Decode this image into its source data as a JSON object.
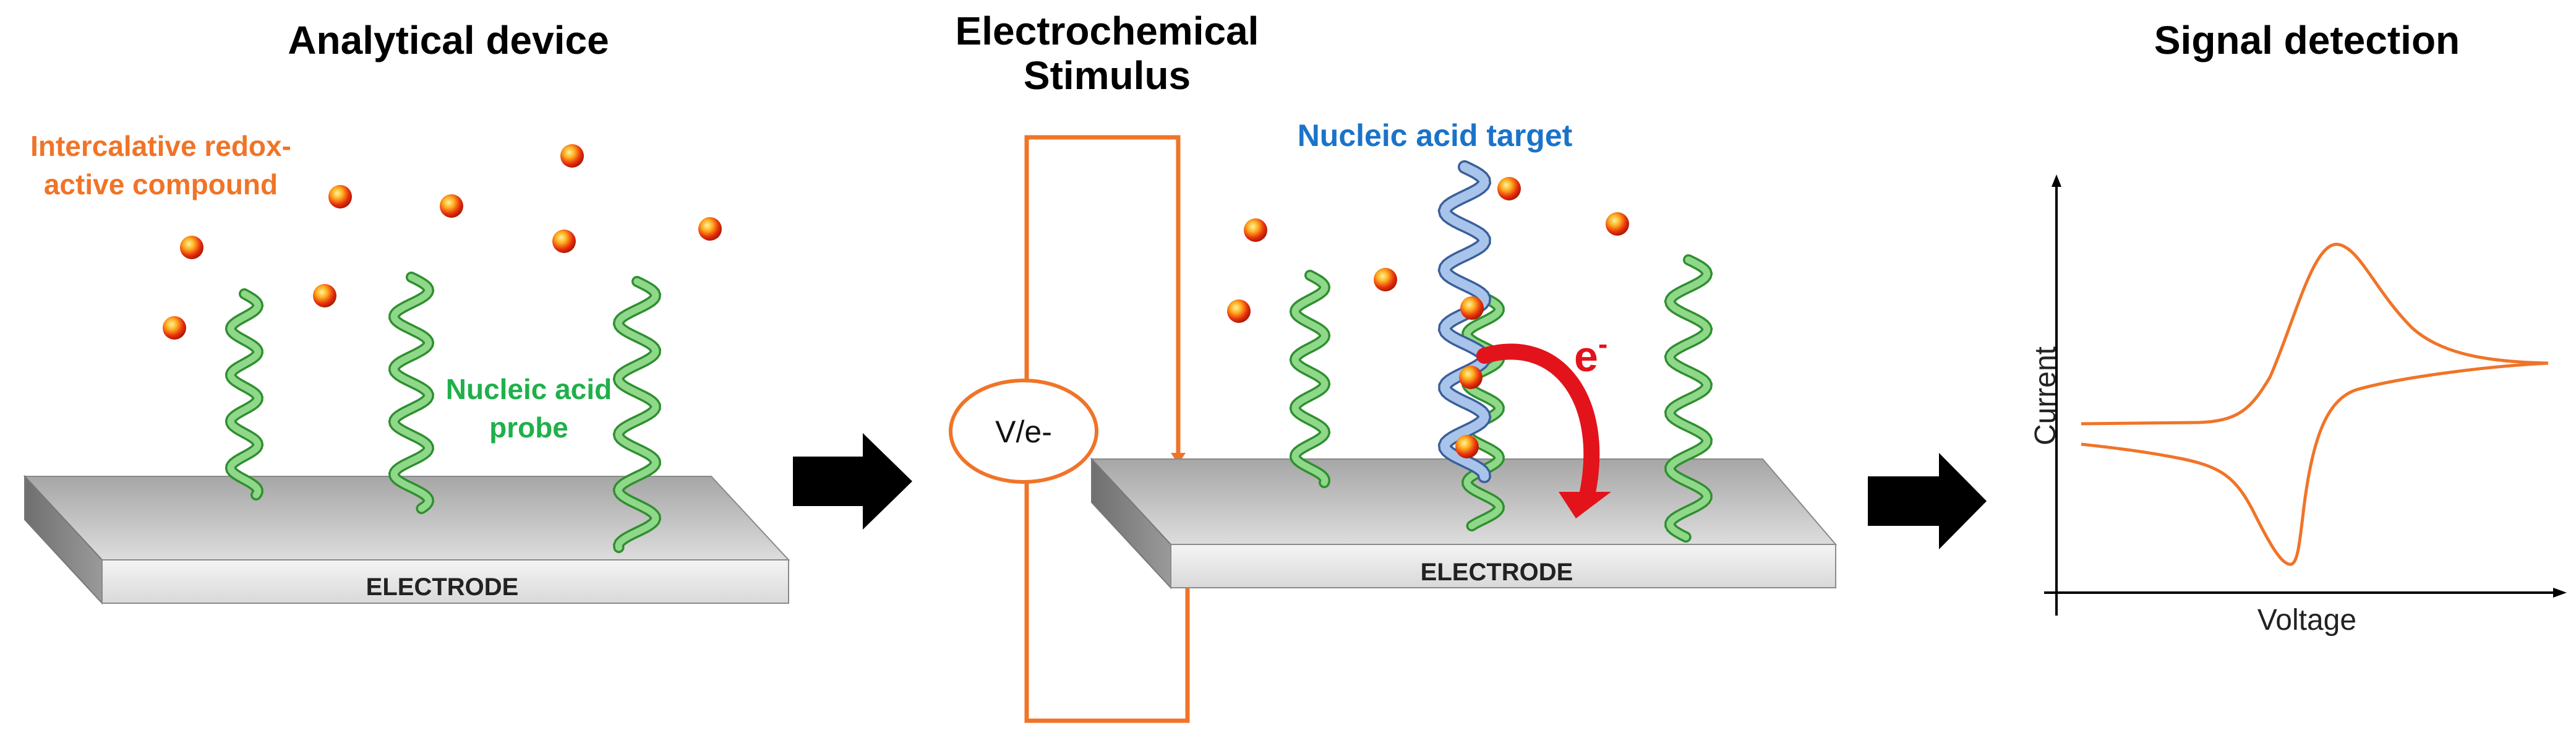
{
  "panels": {
    "analytical": {
      "title": "Analytical device",
      "compound_label_line1": "Intercalative redox-",
      "compound_label_line2": "active compound",
      "probe_label_line1": "Nucleic acid",
      "probe_label_line2": "probe",
      "electrode_label": "ELECTRODE"
    },
    "stimulus": {
      "title_line1": "Electrochemical",
      "title_line2": "Stimulus",
      "source_label": "V/e-",
      "target_label": "Nucleic acid target",
      "electron_label": "e",
      "electron_sup": "-",
      "electrode_label": "ELECTRODE"
    },
    "detection": {
      "title": "Signal detection",
      "y_axis_label": "Current",
      "x_axis_label": "Voltage"
    }
  },
  "colors": {
    "orange": "#f07428",
    "probe_green": "#3fae3f",
    "target_blue": "#5b86c4",
    "arrow_red": "#e3131b",
    "electrode_top": "#cfcfcf",
    "electrode_front": "#eeeeee"
  },
  "icons": {
    "flow_arrow": "right-arrow-icon",
    "redox_sphere": "red-orange-sphere"
  }
}
